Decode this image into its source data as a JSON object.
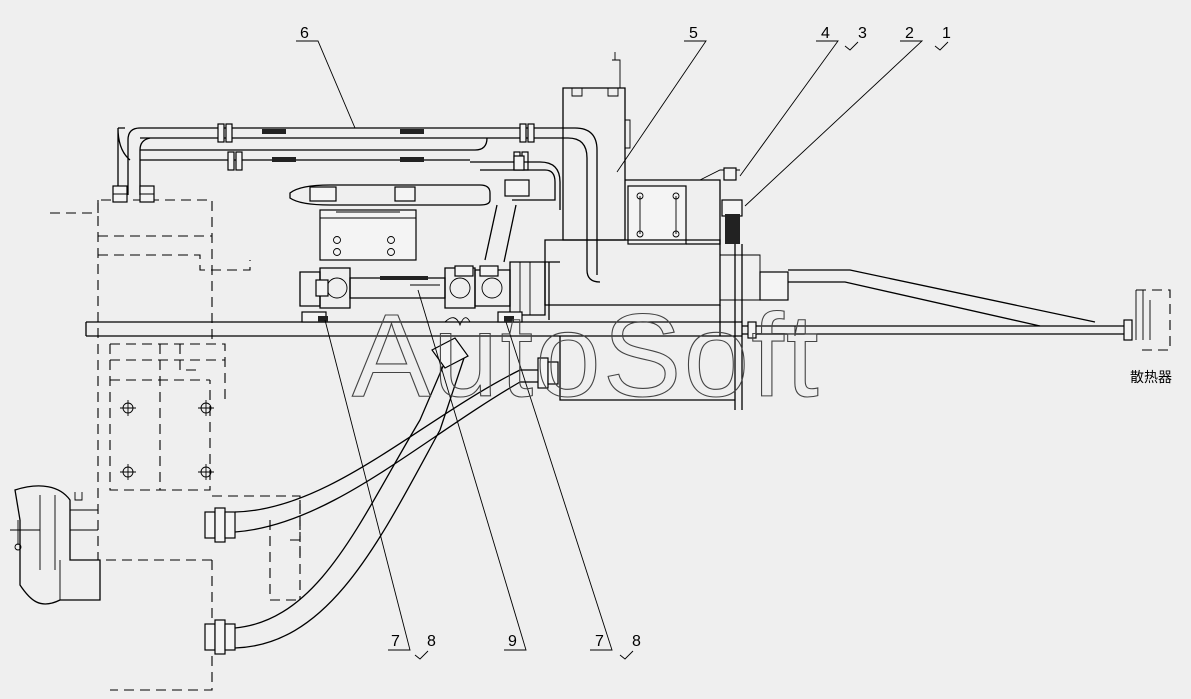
{
  "callouts": {
    "c6": "6",
    "c5": "5",
    "c4": "4",
    "c3": "3",
    "c2": "2",
    "c1": "1",
    "c7a": "7",
    "c8a": "8",
    "c9": "9",
    "c7b": "7",
    "c8b": "8"
  },
  "labels": {
    "radiator": "散热器"
  },
  "watermark": "AutoSoft"
}
